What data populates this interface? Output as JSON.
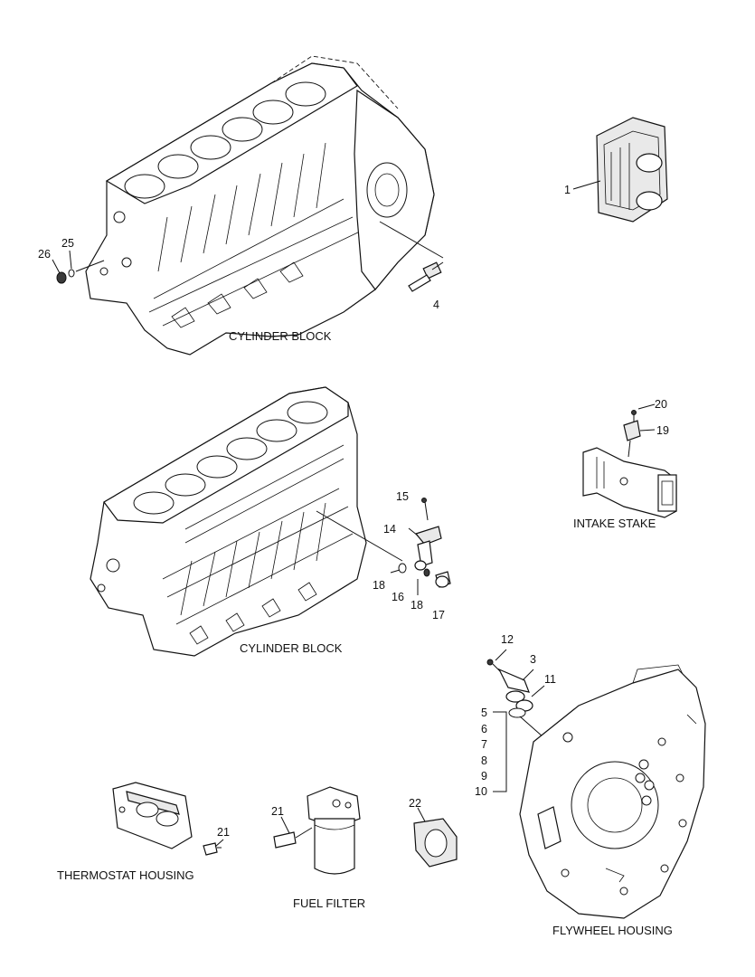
{
  "captions": {
    "cylinder_block_top": "CYLINDER BLOCK",
    "cylinder_block_mid": "CYLINDER BLOCK",
    "intake_stake": "INTAKE STAKE",
    "thermostat_housing": "THERMOSTAT HOUSING",
    "fuel_filter": "FUEL FILTER",
    "flywheel_housing": "FLYWHEEL HOUSING"
  },
  "callouts": {
    "c1": "1",
    "c3": "3",
    "c4": "4",
    "c5": "5",
    "c6": "6",
    "c7": "7",
    "c8": "8",
    "c9": "9",
    "c10": "10",
    "c11": "11",
    "c12": "12",
    "c14": "14",
    "c15": "15",
    "c16": "16",
    "c17": "17",
    "c18a": "18",
    "c18b": "18",
    "c19": "19",
    "c20": "20",
    "c21a": "21",
    "c21b": "21",
    "c22": "22",
    "c25": "25",
    "c26": "26"
  }
}
